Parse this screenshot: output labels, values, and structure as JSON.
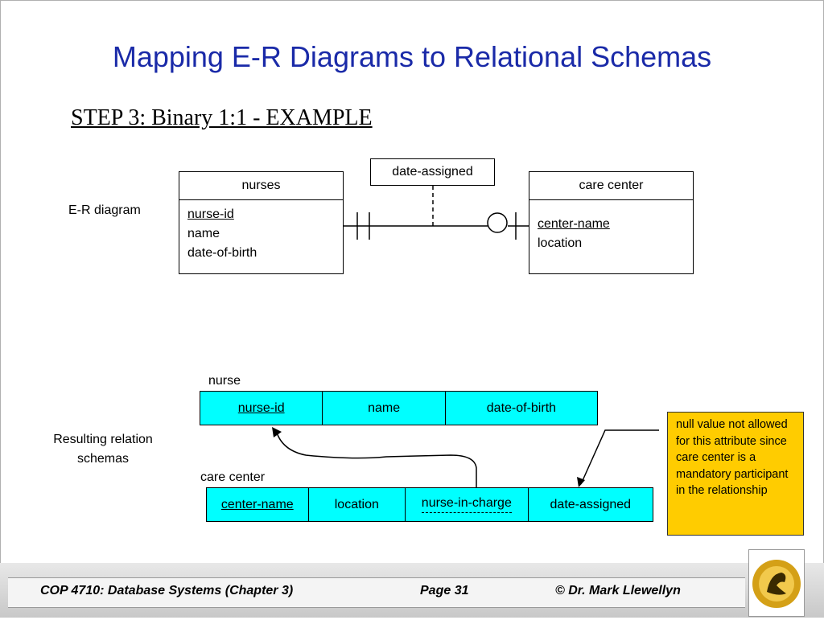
{
  "title": "Mapping E-R Diagrams to Relational Schemas",
  "subtitle": "STEP 3:  Binary 1:1 - EXAMPLE",
  "er_label": "E-R diagram",
  "entities": {
    "nurses": {
      "name": "nurses",
      "attrs": [
        "nurse-id",
        "name",
        "date-of-birth"
      ]
    },
    "care_center": {
      "name": "care center",
      "attrs": [
        "center-name",
        "location"
      ]
    }
  },
  "relationship_attribute": "date-assigned",
  "schemas_label_line1": "Resulting relation",
  "schemas_label_line2": "schemas",
  "nurse_table": {
    "name": "nurse",
    "columns": [
      "nurse-id",
      "name",
      "date-of-birth"
    ]
  },
  "care_center_table": {
    "name": "care center",
    "columns": [
      "center-name",
      "location",
      "nurse-in-charge",
      "date-assigned"
    ]
  },
  "note": "null value not allowed for this attribute since care center is a mandatory participant in the relationship",
  "footer": {
    "course": "COP 4710: Database Systems  (Chapter 3)",
    "page": "Page 31",
    "author": "© Dr. Mark Llewellyn"
  },
  "colors": {
    "title": "#1a2aa8",
    "table_fill": "#00ffff",
    "note_fill": "#ffcc00"
  }
}
